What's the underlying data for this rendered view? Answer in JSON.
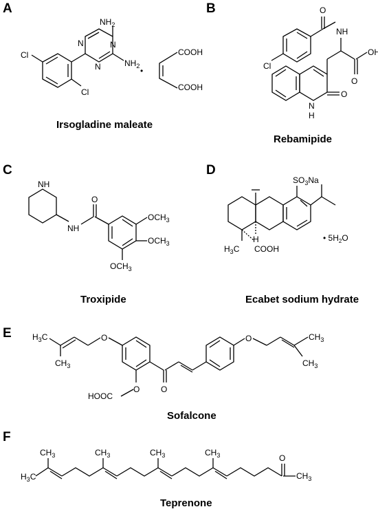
{
  "panels": [
    {
      "letter": "A",
      "name": "Irsogladine maleate"
    },
    {
      "letter": "B",
      "name": "Rebamipide"
    },
    {
      "letter": "C",
      "name": "Troxipide"
    },
    {
      "letter": "D",
      "name": "Ecabet sodium hydrate"
    },
    {
      "letter": "E",
      "name": "Sofalcone"
    },
    {
      "letter": "F",
      "name": "Teprenone"
    }
  ],
  "labels": {
    "nh2": "NH",
    "nh2_sub": "2",
    "n": "N",
    "cl": "Cl",
    "dot": "•",
    "cooh": "COOH",
    "oh": "OH",
    "o": "O",
    "nh": "NH",
    "h": "H",
    "och3": "OCH",
    "och3_sub": "3",
    "so3na_a": "SO",
    "so3na_sub": "3",
    "so3na_b": "Na",
    "h3c_a": "H",
    "h3c_sub": "3",
    "h3c_b": "C",
    "ch3": "CH",
    "ch3_sub": "3",
    "hooc": "HOOC",
    "hydrate": "• 5H",
    "hydrate_sub": "2",
    "hydrate_o": "O"
  }
}
